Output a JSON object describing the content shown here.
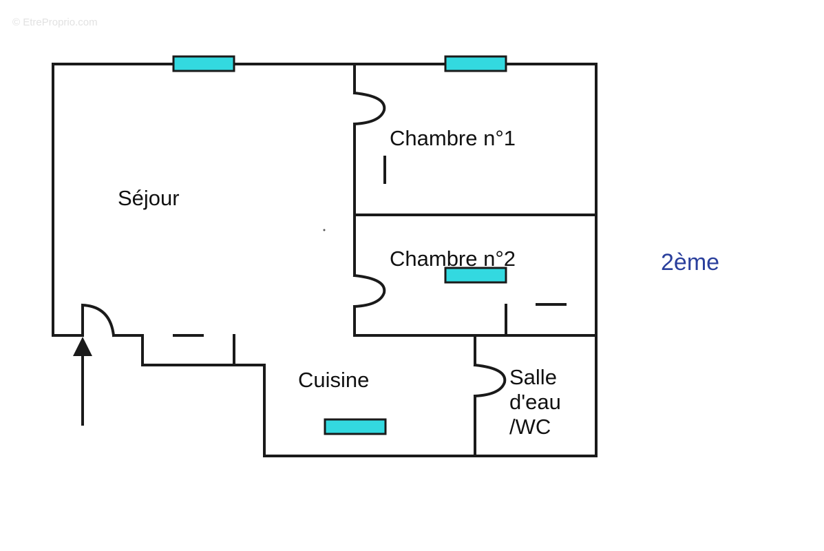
{
  "watermark": "© EtreProprio.com",
  "floor_label": "2ème",
  "rooms": {
    "sejour": "Séjour",
    "chambre1": "Chambre n°1",
    "chambre2": "Chambre n°2",
    "cuisine": "Cuisine",
    "salle_deau_line1": "Salle",
    "salle_deau_line2": "d'eau",
    "salle_deau_line3": "/WC"
  },
  "colors": {
    "wall": "#1a1a1a",
    "window_fill": "#33d9e0",
    "floor_label": "#2a3f9c"
  }
}
